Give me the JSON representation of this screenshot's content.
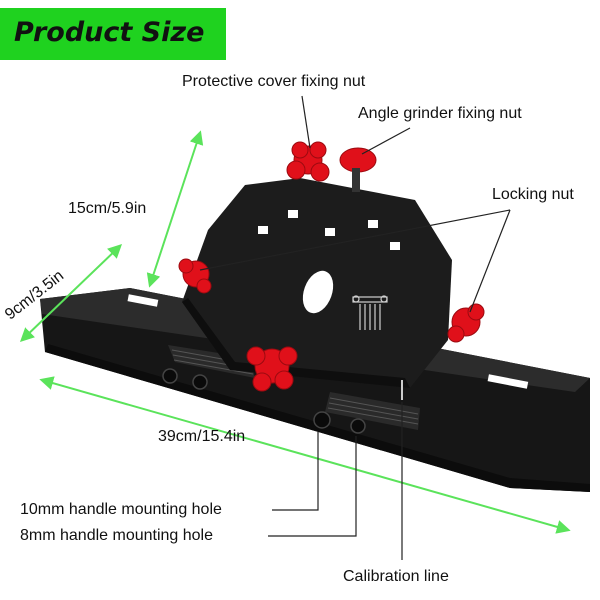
{
  "banner": {
    "title": "Product Size",
    "color": "#1fd21f"
  },
  "labels": {
    "protective_cover_nut": "Protective cover fixing nut",
    "angle_grinder_nut": "Angle grinder fixing nut",
    "locking_nut": "Locking nut",
    "height": "15cm/5.9in",
    "depth": "9cm/3.5in",
    "length": "39cm/15.4in",
    "hole_10mm": "10mm handle mounting hole",
    "hole_8mm": "8mm handle mounting hole",
    "calibration_line": "Calibration line"
  },
  "colors": {
    "dimension_arrow": "#5be35b",
    "product_body": "#1a1a1a",
    "knob": "#e0101a"
  }
}
